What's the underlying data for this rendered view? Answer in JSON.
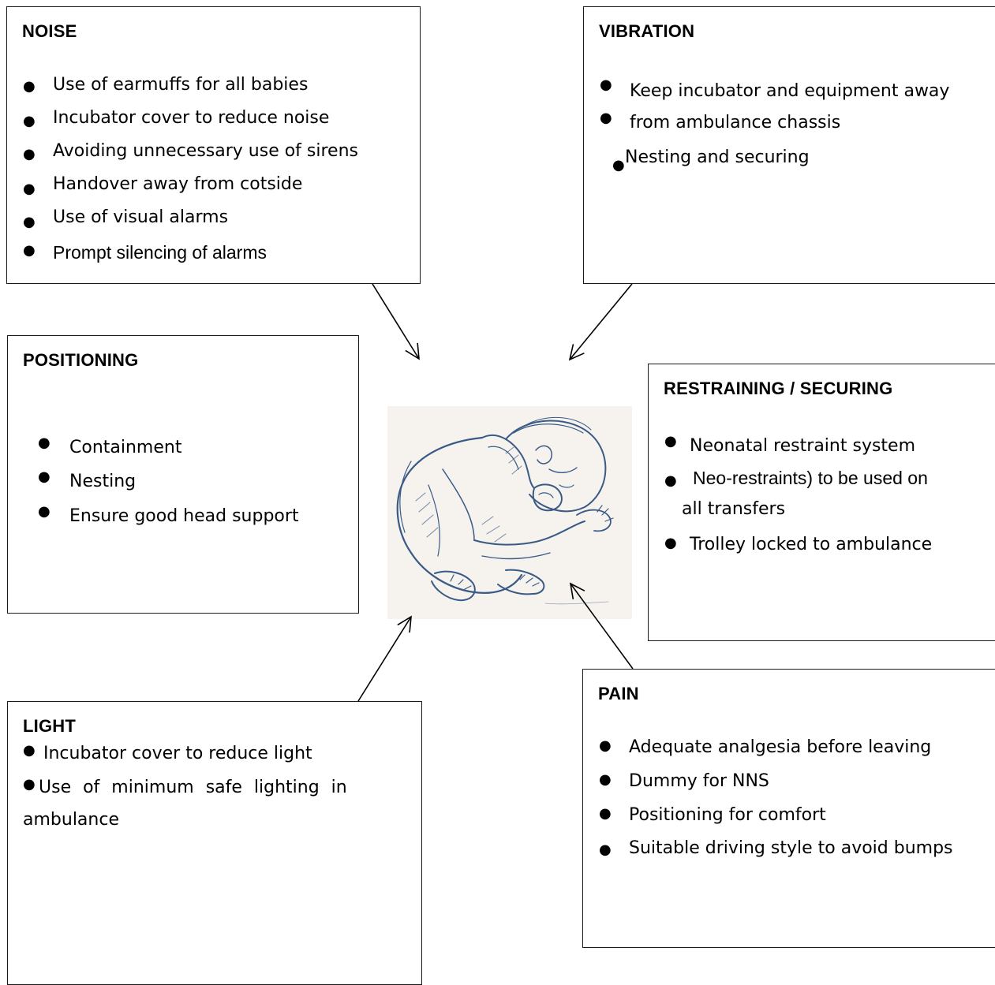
{
  "boxes": {
    "noise": {
      "title": "NOISE",
      "items": [
        "Use of earmuffs for all babies",
        "Incubator cover to reduce noise",
        "Avoiding unnecessary use of sirens",
        "Handover away from cotside",
        "Use of visual alarms",
        "Prompt silencing of alarms"
      ]
    },
    "vibration": {
      "title": "VIBRATION",
      "items": [
        "Keep incubator and equipment away",
        "from ambulance chassis",
        "Nesting and securing"
      ]
    },
    "positioning": {
      "title": "POSITIONING",
      "items": [
        "Containment",
        "Nesting",
        "Ensure good head support"
      ]
    },
    "restraining": {
      "title": "RESTRAINING / SECURING",
      "items": [
        "Neonatal restraint system",
        "Neo-restraints) to be used on",
        "all transfers",
        "Trolley locked to ambulance"
      ]
    },
    "light": {
      "title": "LIGHT",
      "items": [
        "Incubator cover to reduce light",
        "Use of minimum safe lighting in",
        "ambulance"
      ]
    },
    "pain": {
      "title": "PAIN",
      "items": [
        "Adequate analgesia before leaving",
        "Dummy for NNS",
        "Positioning for comfort",
        "Suitable driving style to avoid bumps"
      ]
    }
  },
  "colors": {
    "sketch": "#3a5a86",
    "paper": "#f6f3ee",
    "border": "#1a1a1a"
  }
}
